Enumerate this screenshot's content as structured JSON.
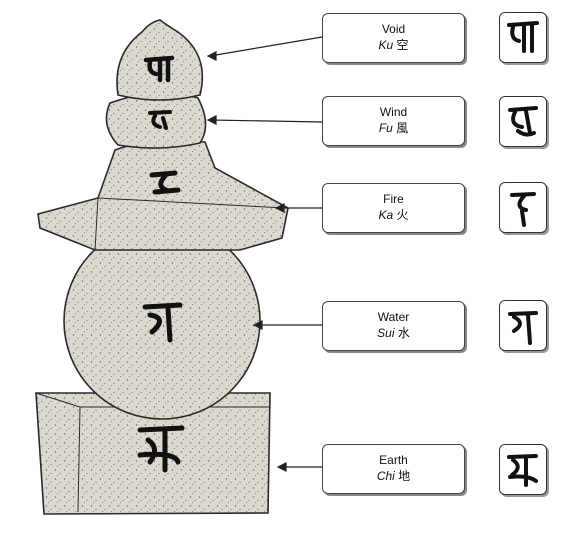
{
  "caption_top": "",
  "elements": [
    {
      "key": "void",
      "english": "Void",
      "romaji": "Ku",
      "kanji": "空"
    },
    {
      "key": "wind",
      "english": "Wind",
      "romaji": "Fu",
      "kanji": "風"
    },
    {
      "key": "fire",
      "english": "Fire",
      "romaji": "Ka",
      "kanji": "火"
    },
    {
      "key": "water",
      "english": "Water",
      "romaji": "Sui",
      "kanji": "水"
    },
    {
      "key": "earth",
      "english": "Earth",
      "romaji": "Chi",
      "kanji": "地"
    }
  ],
  "colors": {
    "stone": "#dcd8cf",
    "stone_outline": "#2a2a2a",
    "ink": "#111111",
    "stipple": "#6a6a6a"
  }
}
